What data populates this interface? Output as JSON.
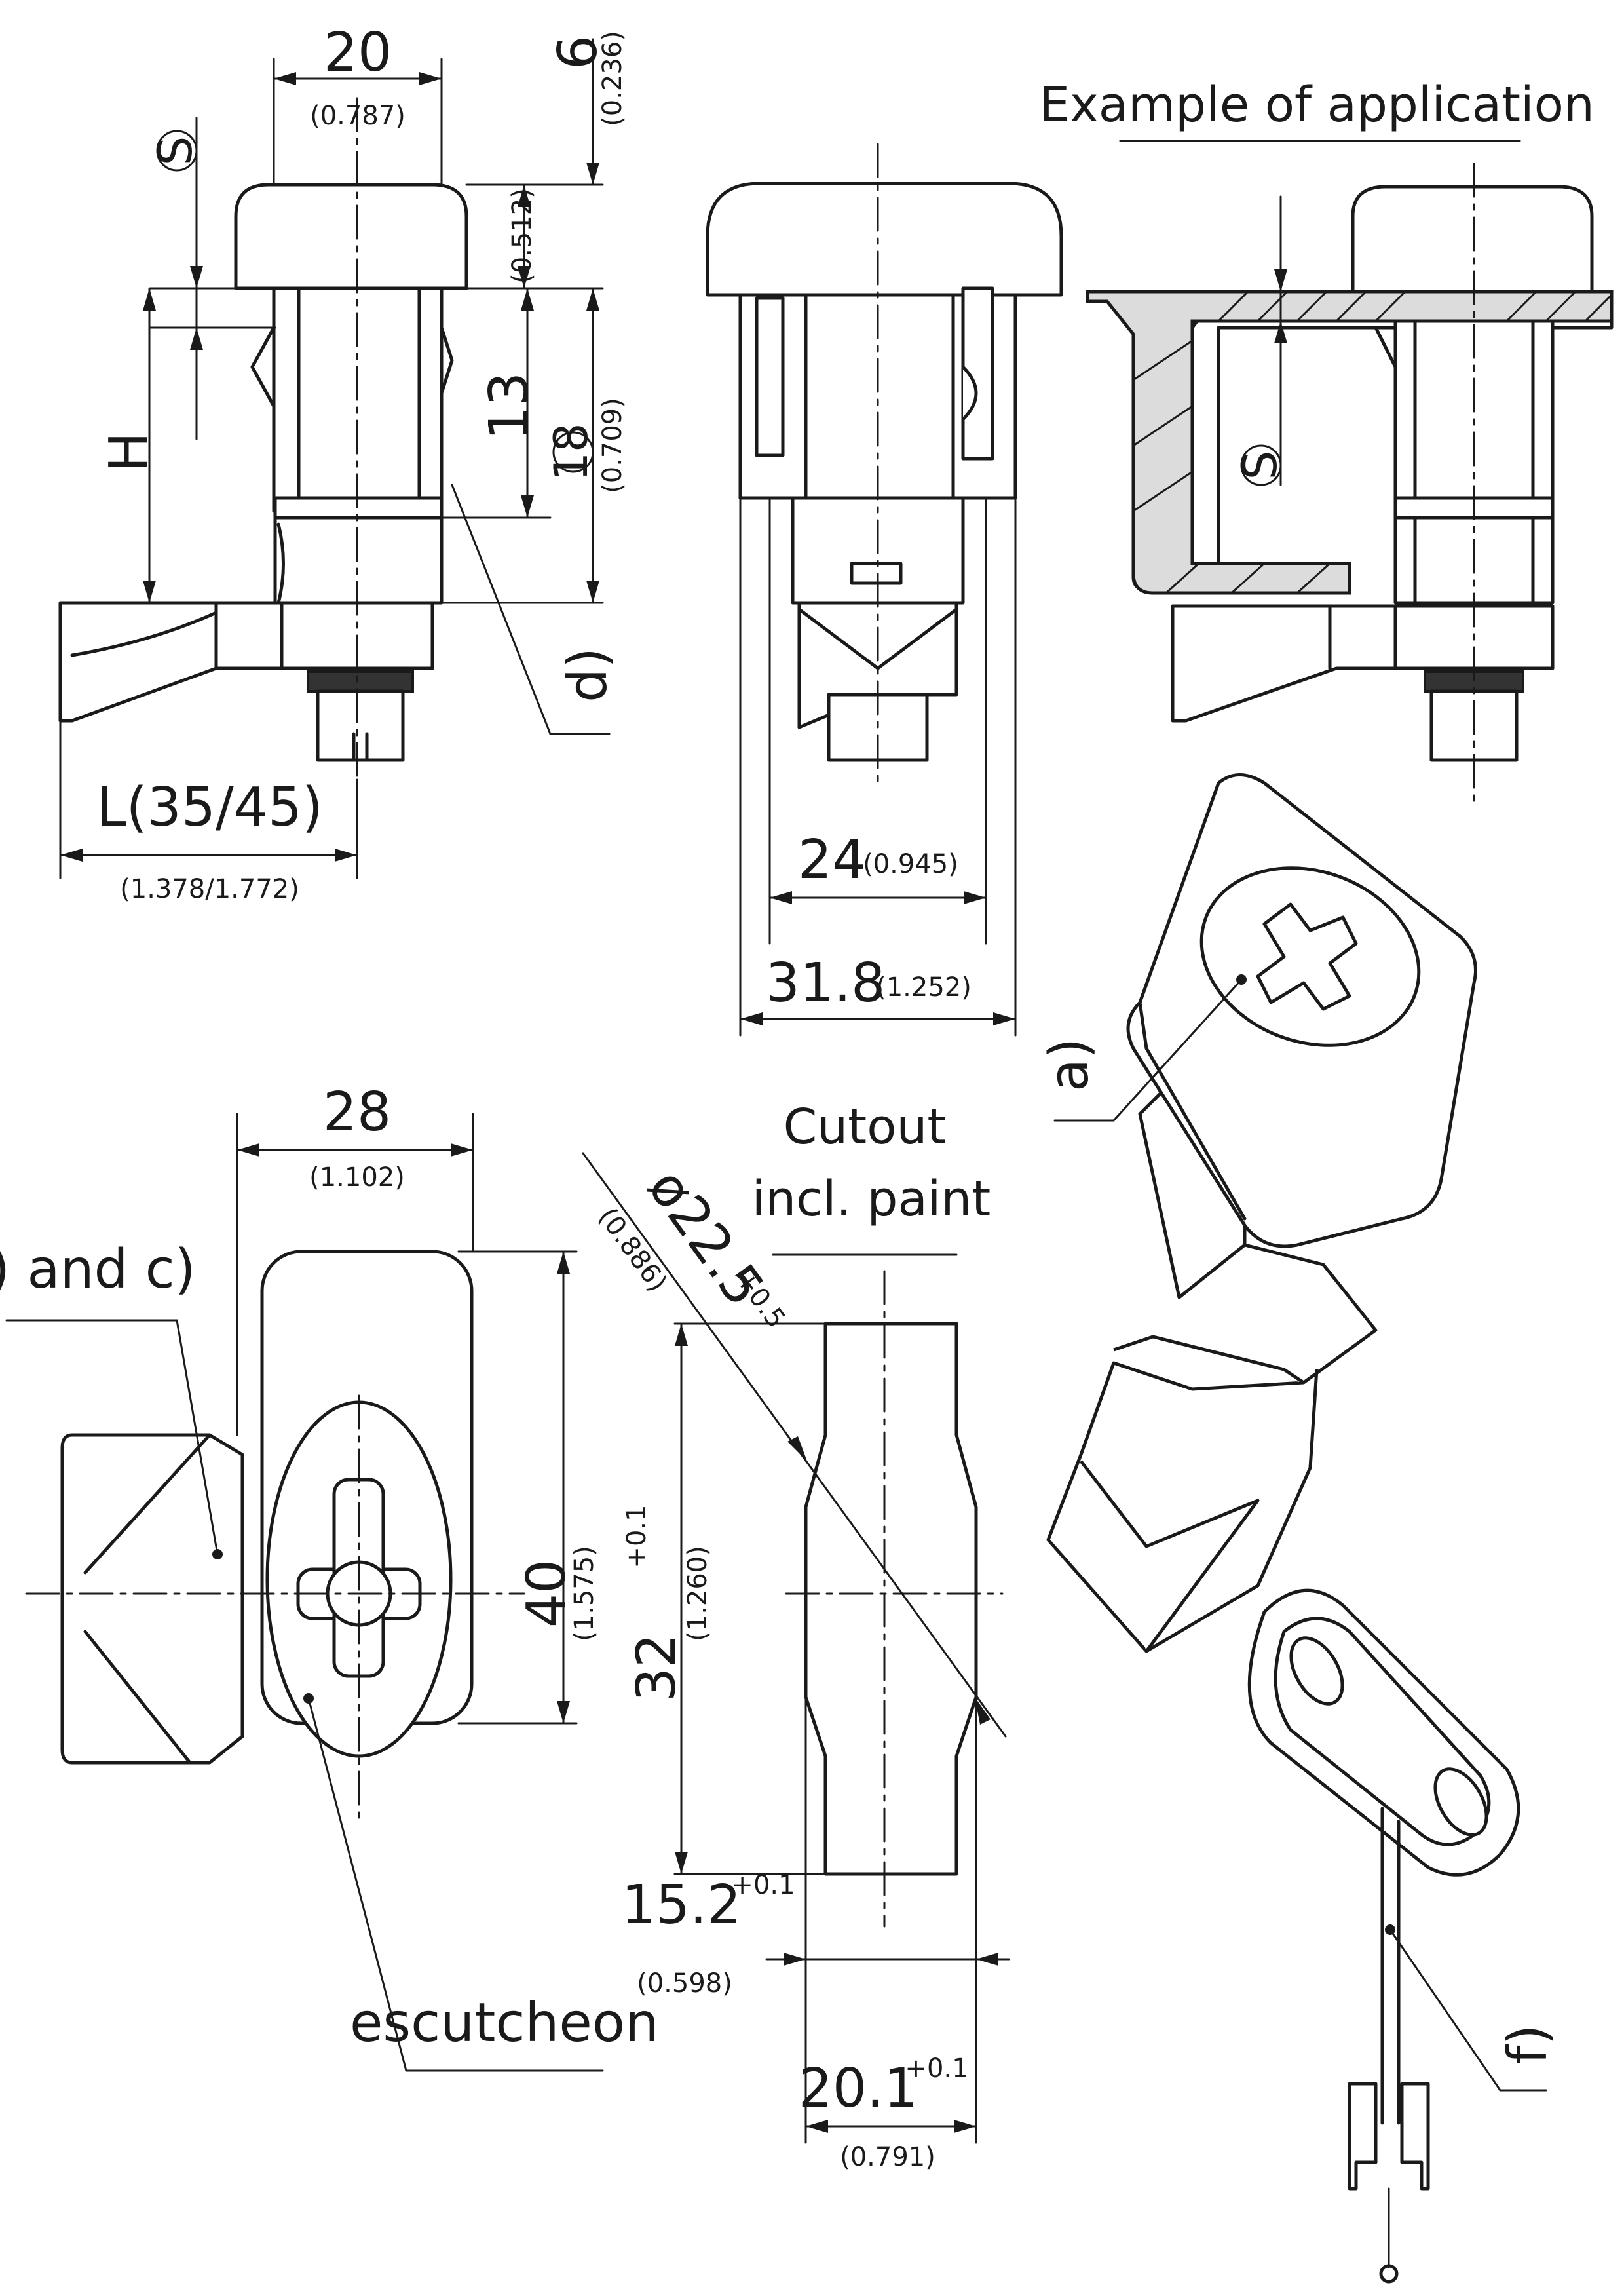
{
  "views": {
    "side": {
      "dim_20": "20",
      "dim_20_in": "(0.787)",
      "dim_6": "6",
      "dim_6_in": "(0.236)",
      "dim_s": "S",
      "dim_0512": "(0.512)",
      "dim_13": "13",
      "dim_18": "18",
      "dim_18_in": "(0.709)",
      "dim_h": "H",
      "label_d": "d)",
      "dim_l": "L(35/45)",
      "dim_l_in": "(1.378/1.772)"
    },
    "front": {
      "dim_24": "24",
      "dim_24_in": "(0.945)",
      "dim_318": "31.8",
      "dim_318_in": "(1.252)"
    },
    "application": {
      "title": "Example of application",
      "dim_s": "S"
    },
    "top": {
      "dim_28": "28",
      "dim_28_in": "(1.102)",
      "dim_40": "40",
      "dim_40_in": "(1.575)",
      "label_bc": "b) and c)",
      "label_escutcheon": "escutcheon"
    },
    "cutout": {
      "title_line1": "Cutout",
      "title_line2": "incl. paint",
      "dim_diam": "ø22.5",
      "dim_diam_tol": "+0.5",
      "dim_diam_in": "(0.886)",
      "dim_32": "32",
      "dim_32_tol": "+0.1",
      "dim_32_in": "(1.260)",
      "dim_152": "15.2",
      "dim_152_tol": "+0.1",
      "dim_152_in": "(0.598)",
      "dim_201": "20.1",
      "dim_201_tol": "+0.1",
      "dim_201_in": "(0.791)"
    },
    "iso": {
      "label_a": "a)",
      "label_f": "f)"
    }
  }
}
